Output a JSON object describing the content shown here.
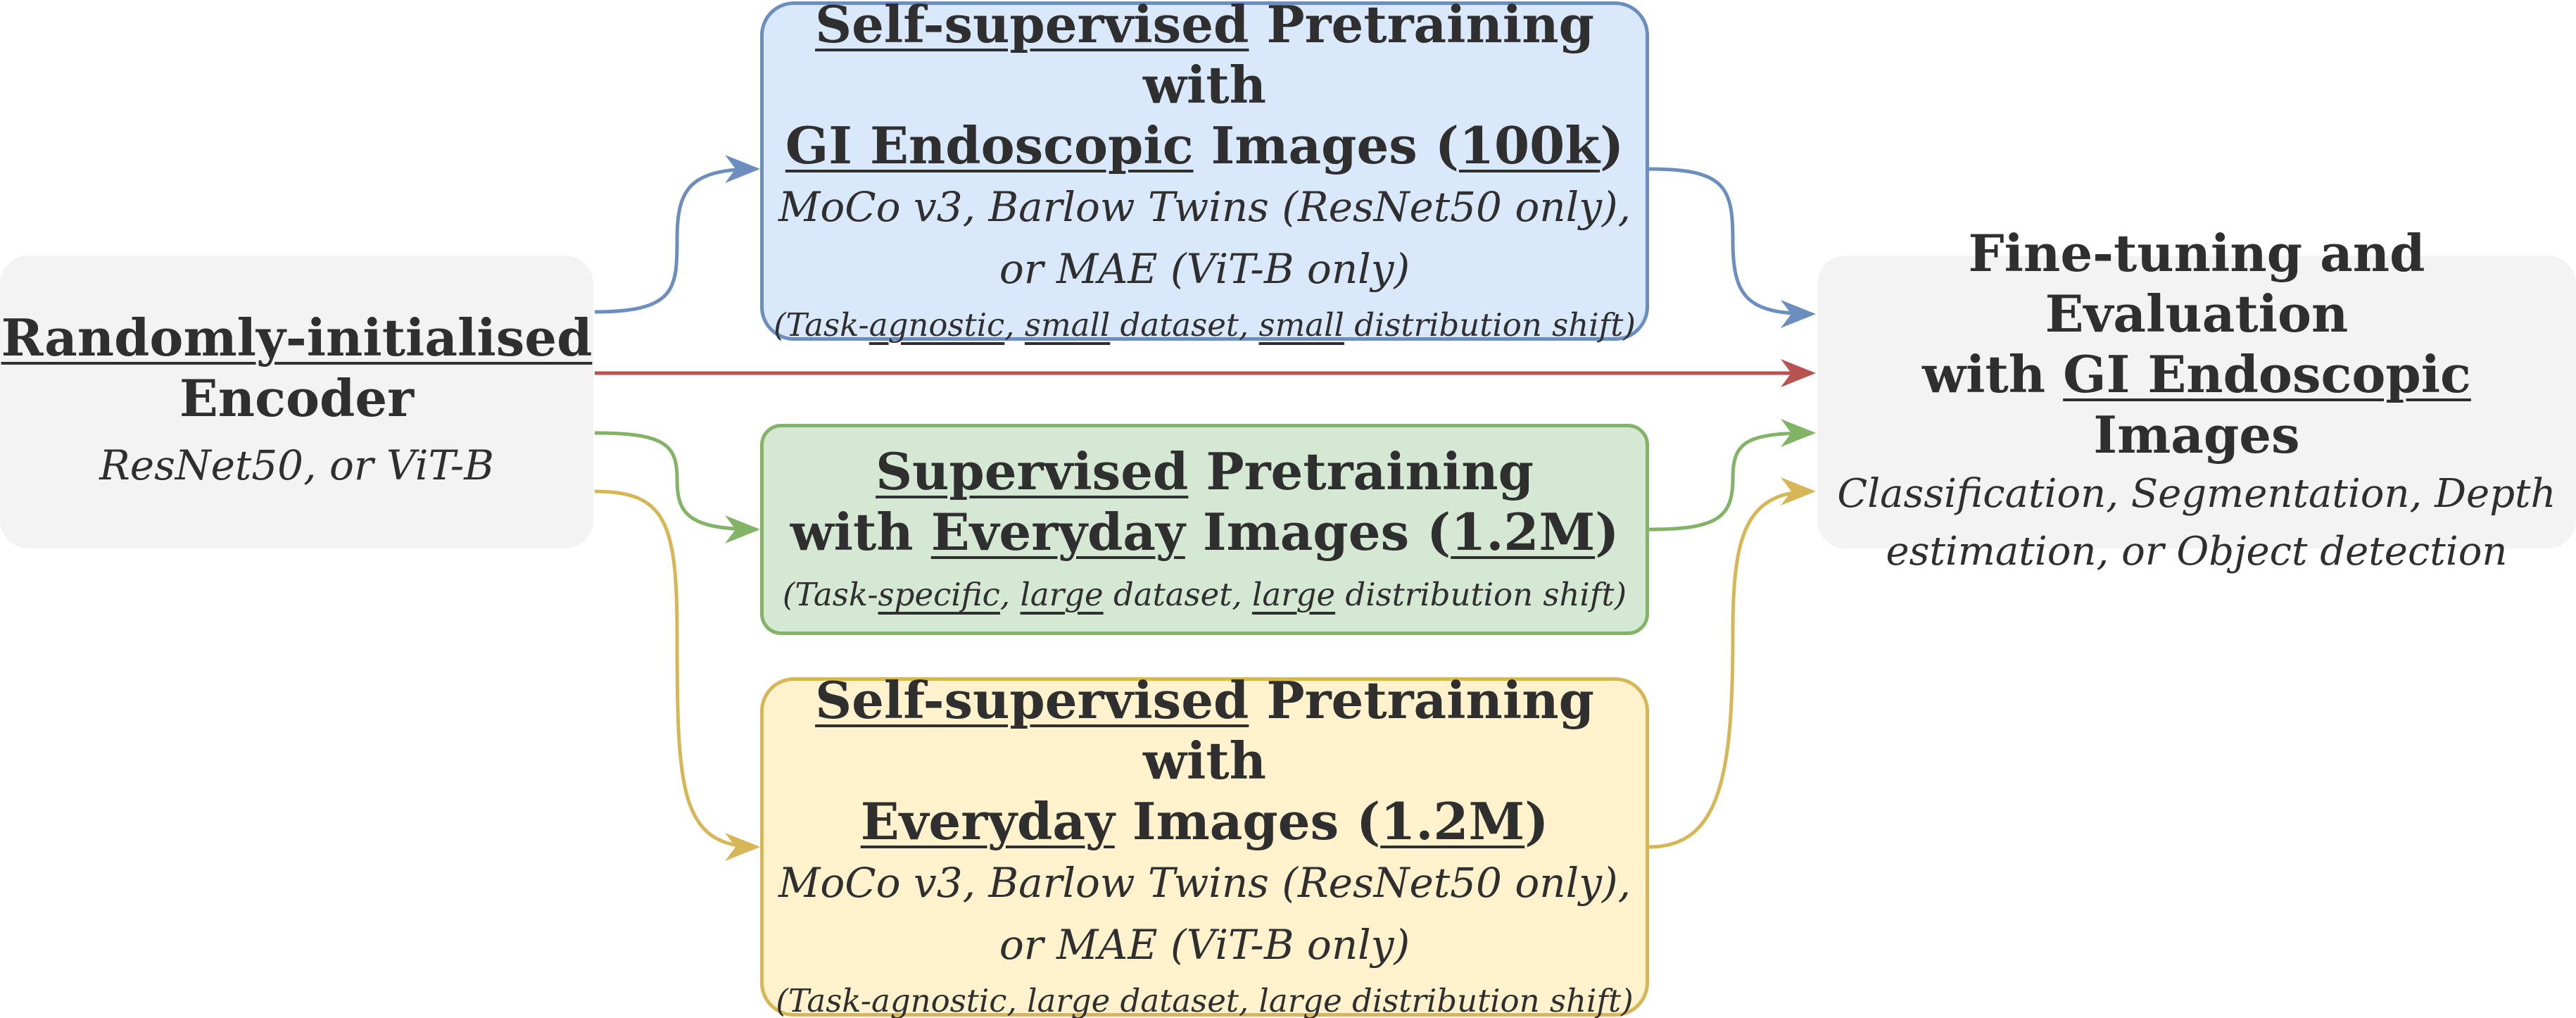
{
  "encoder": {
    "title_1": "Randomly-initialised",
    "title_2": "Encoder",
    "subtitle": "ResNet50, or ViT-B"
  },
  "ssl_gi": {
    "title_1a": "Self-supervised",
    "title_1b": " Pretraining with",
    "title_2a": "GI Endoscopic",
    "title_2b": " Images (",
    "title_2c": "100k",
    "title_2d": ")",
    "sub_1": "MoCo v3, Barlow Twins (ResNet50 only),",
    "sub_2": "or MAE (ViT-B only)",
    "note_1": "(Task-",
    "note_2": "agnostic",
    "note_3": ", ",
    "note_4": "small",
    "note_5": " dataset, ",
    "note_6": "small",
    "note_7": " distribution shift)"
  },
  "sup_everyday": {
    "title_1a": "Supervised",
    "title_1b": " Pretraining",
    "title_2a": "with ",
    "title_2b": "Everyday",
    "title_2c": " Images (",
    "title_2d": "1.2M",
    "title_2e": ")",
    "note_1": "(Task-",
    "note_2": "specific",
    "note_3": ", ",
    "note_4": "large",
    "note_5": " dataset, ",
    "note_6": "large",
    "note_7": " distribution shift)"
  },
  "ssl_everyday": {
    "title_1a": "Self-supervised",
    "title_1b": " Pretraining with",
    "title_2a": "Everyday",
    "title_2b": " Images (",
    "title_2c": "1.2M",
    "title_2d": ")",
    "sub_1": "MoCo v3, Barlow Twins (ResNet50 only),",
    "sub_2": "or MAE (ViT-B only)",
    "note_1": "(Task-",
    "note_2": "agnostic",
    "note_3": ", ",
    "note_4": "large",
    "note_5": " dataset, ",
    "note_6": "large",
    "note_7": " distribution shift)"
  },
  "finetune": {
    "title_1": "Fine-tuning and Evaluation",
    "title_2a": "with ",
    "title_2b": "GI Endoscopic",
    "title_2c": " Images",
    "sub_1": "Classification, Segmentation, Depth",
    "sub_2": "estimation, or Object detection"
  },
  "colors": {
    "blue": "#6c8ebf",
    "red": "#b85450",
    "green": "#82b366",
    "yellow": "#d6b656"
  }
}
